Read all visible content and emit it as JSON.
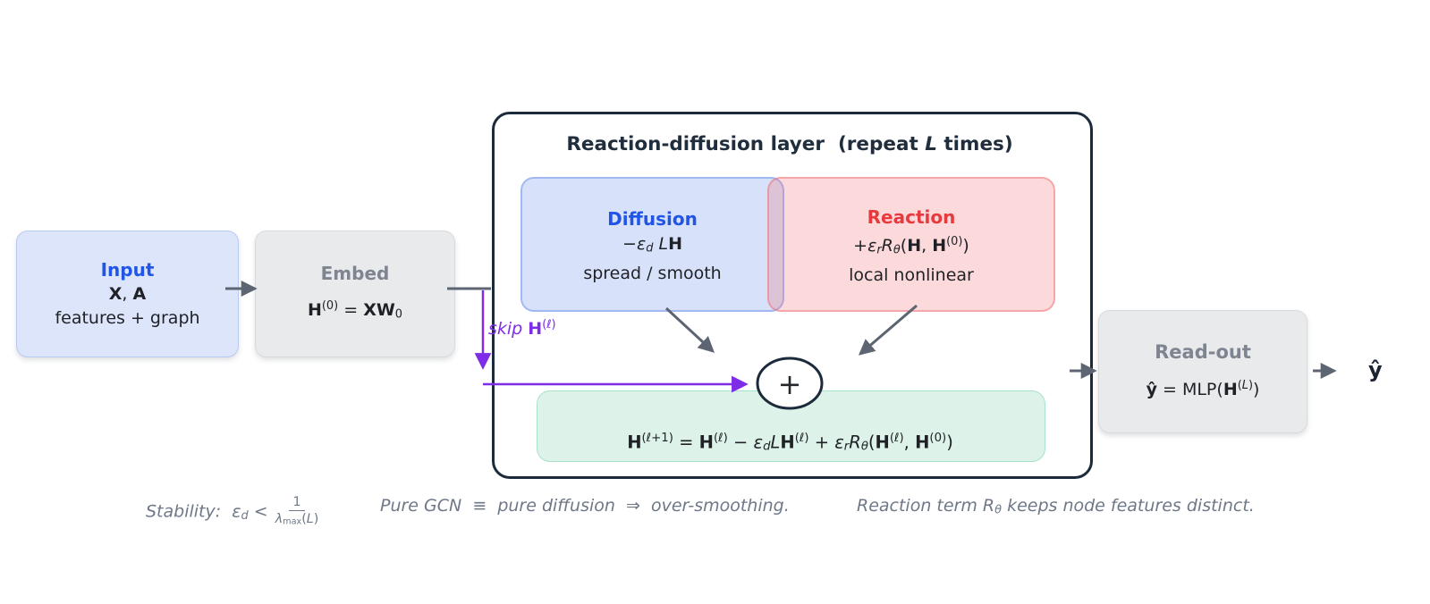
{
  "colors": {
    "navy_border": "#1c2b3c",
    "diffusion_blue": "#2155e8",
    "reaction_red": "#e83a3e",
    "skip_purple": "#7e2ce8",
    "muted_label_gray": "#7e8590",
    "arrow_gray": "#5d6573",
    "caption_gray": "#6e7888",
    "input_fill": "#dce5fa",
    "embed_fill": "#e9eaec",
    "diffusion_fill": "#d8e2f8",
    "reaction_fill": "#f9dcdc",
    "update_green_fill": "#d9f0e5"
  },
  "input_box": {
    "title": "Input",
    "symbols": [
      {
        "t": "X",
        "b": 1
      },
      {
        "t": ", "
      },
      {
        "t": "A",
        "b": 1
      }
    ],
    "caption": "features + graph"
  },
  "embed_box": {
    "title": "Embed",
    "formula": [
      {
        "t": "H",
        "b": 1
      },
      {
        "t": "(0)",
        "v": "sup"
      },
      {
        "t": " = "
      },
      {
        "t": "XW",
        "b": 1
      },
      {
        "t": "0",
        "v": "sub"
      }
    ]
  },
  "layer_box": {
    "title": [
      {
        "t": "Reaction-diffusion layer  (repeat ",
        "b": 1
      },
      {
        "t": "L",
        "i": 1
      },
      {
        "t": " times)",
        "b": 1
      }
    ]
  },
  "diffusion_box": {
    "title": "Diffusion",
    "formula": [
      {
        "t": "−"
      },
      {
        "t": "ε",
        "i": 1
      },
      {
        "t": "d",
        "i": 1,
        "v": "sub"
      },
      {
        "t": " "
      },
      {
        "t": "L",
        "i": 1
      },
      {
        "t": "H",
        "b": 1
      }
    ],
    "caption": "spread / smooth"
  },
  "reaction_box": {
    "title": "Reaction",
    "formula": [
      {
        "t": "+"
      },
      {
        "t": "ε",
        "i": 1
      },
      {
        "t": "r",
        "i": 1,
        "v": "sub"
      },
      {
        "t": "R",
        "i": 1
      },
      {
        "t": "θ",
        "i": 1,
        "v": "sub"
      },
      {
        "t": "("
      },
      {
        "t": "H",
        "b": 1
      },
      {
        "t": ", "
      },
      {
        "t": "H",
        "b": 1
      },
      {
        "t": "(0)",
        "v": "sup"
      },
      {
        "t": ")"
      }
    ],
    "caption": "local nonlinear"
  },
  "skip_label": [
    {
      "t": "skip ",
      "i": 1
    },
    {
      "t": "H",
      "b": 1
    },
    {
      "t": "(ℓ)",
      "v": "sup"
    }
  ],
  "plus_node": {
    "label": "+"
  },
  "update_formula": [
    {
      "t": "H",
      "b": 1
    },
    {
      "t": "(ℓ+1)",
      "v": "sup"
    },
    {
      "t": " = "
    },
    {
      "t": "H",
      "b": 1
    },
    {
      "t": "(ℓ)",
      "v": "sup"
    },
    {
      "t": " − "
    },
    {
      "t": "ε",
      "i": 1
    },
    {
      "t": "d",
      "i": 1,
      "v": "sub"
    },
    {
      "t": "L",
      "i": 1
    },
    {
      "t": "H",
      "b": 1
    },
    {
      "t": "(ℓ)",
      "v": "sup"
    },
    {
      "t": " + "
    },
    {
      "t": "ε",
      "i": 1
    },
    {
      "t": "r",
      "i": 1,
      "v": "sub"
    },
    {
      "t": "R",
      "i": 1
    },
    {
      "t": "θ",
      "i": 1,
      "v": "sub"
    },
    {
      "t": "("
    },
    {
      "t": "H",
      "b": 1
    },
    {
      "t": "(ℓ)",
      "v": "sup"
    },
    {
      "t": ", "
    },
    {
      "t": "H",
      "b": 1
    },
    {
      "t": "(0)",
      "v": "sup"
    },
    {
      "t": ")"
    }
  ],
  "readout_box": {
    "title": "Read-out",
    "formula": [
      {
        "t": "ŷ",
        "b": 1
      },
      {
        "t": " = MLP("
      },
      {
        "t": "H",
        "b": 1
      },
      {
        "t": "(",
        "v": "sup"
      },
      {
        "t": "L",
        "v": "sup",
        "i": 1
      },
      {
        "t": ")",
        "v": "sup"
      },
      {
        "t": ")"
      }
    ]
  },
  "output_label": {
    "text": "ŷ"
  },
  "captions": {
    "stability": [
      {
        "t": "Stability:  ",
        "i": 1
      },
      {
        "t": "ε",
        "i": 1
      },
      {
        "t": "d",
        "i": 1,
        "v": "sub"
      },
      {
        "t": " < "
      },
      {
        "frac": {
          "num": [
            {
              "t": "1"
            }
          ],
          "den": [
            {
              "t": "λ",
              "i": 1
            },
            {
              "t": "max",
              "v": "sub"
            },
            {
              "t": "("
            },
            {
              "t": "L",
              "i": 1
            },
            {
              "t": ")"
            }
          ]
        }
      }
    ],
    "gcn": [
      {
        "t": "Pure GCN  ",
        "i": 1
      },
      {
        "t": "≡"
      },
      {
        "t": "  pure diffusion  ",
        "i": 1
      },
      {
        "t": "⇒"
      },
      {
        "t": "  over-smoothing.",
        "i": 1
      }
    ],
    "reaction": [
      {
        "t": "Reaction term ",
        "i": 1
      },
      {
        "t": "R",
        "i": 1
      },
      {
        "t": "θ",
        "i": 1,
        "v": "sub"
      },
      {
        "t": " keeps node features distinct.",
        "i": 1
      }
    ]
  }
}
